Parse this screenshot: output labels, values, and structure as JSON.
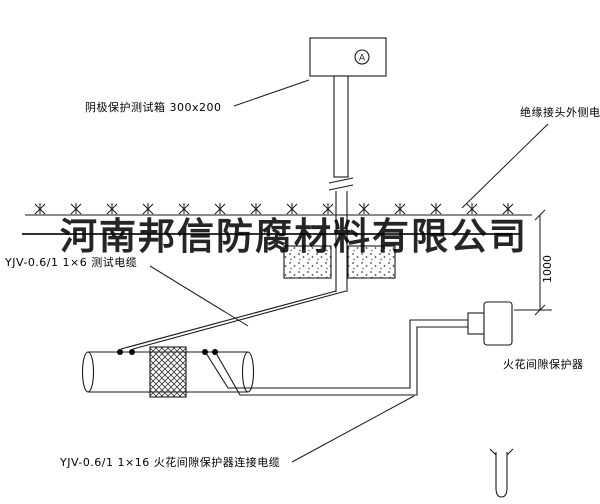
{
  "watermark": {
    "text": "河南邦信防腐材料有限公司"
  },
  "labels": {
    "test_box": "阴极保护测试箱 300x200",
    "outer_cable": "绝缘接头外侧电缆",
    "test_cable": "YJV-0.6/1  1×6   测试电缆",
    "spark_gap_protector": "火花间隙保护器",
    "protector_cable": "YJV-0.6/1  1×16   火花间隙保护器连接电缆",
    "dimension_1000": "1000",
    "meter_symbol": "A"
  }
}
